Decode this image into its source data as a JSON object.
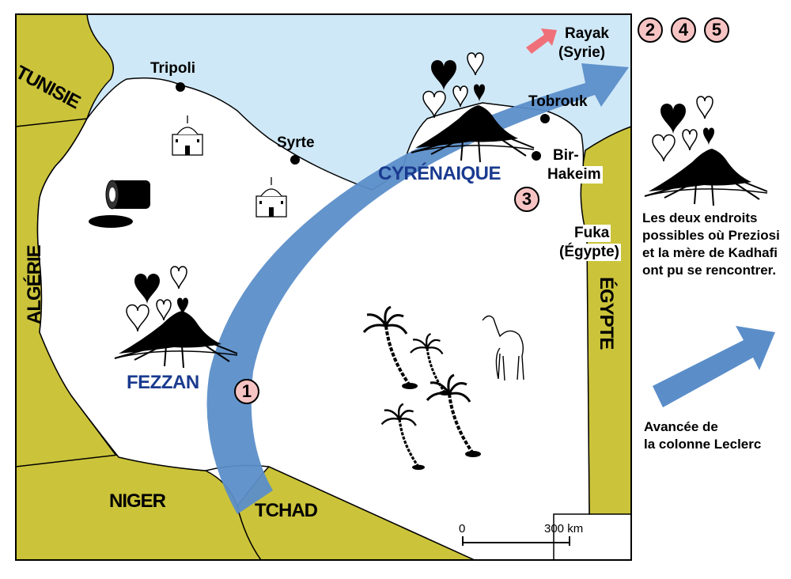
{
  "colors": {
    "sea": "#cfe8f7",
    "land_libya": "#ffffff",
    "neighbors": "#cbc33a",
    "arrow": "#5b8ec9",
    "badge_fill": "#f7c4c4",
    "region_text": "#1a3a8f",
    "small_arrow": "#f0707a"
  },
  "countries": {
    "tunisie": "TUNISIE",
    "algerie": "ALGÉRIE",
    "niger": "NIGER",
    "tchad": "TCHAD",
    "egypte": "ÉGYPTE"
  },
  "regions": {
    "fezzan": "FEZZAN",
    "cyrenaique": "CYRÉNAIQUE"
  },
  "cities": {
    "tripoli": "Tripoli",
    "syrte": "Syrte",
    "tobrouk": "Tobrouk",
    "bir_hakeim_1": "Bir-",
    "bir_hakeim_2": "Hakeim",
    "fuka_1": "Fuka",
    "fuka_2": "(Égypte)",
    "rayak_1": "Rayak",
    "rayak_2": "(Syrie)"
  },
  "badges": {
    "b1": "1",
    "b2": "2",
    "b3": "3",
    "b4": "4",
    "b5": "5"
  },
  "legend": {
    "meeting_text": "Les deux endroits possibles où Preziosi et la mère de Kadhafi ont pu se rencontrer.",
    "arrow_text_1": "Avancée de",
    "arrow_text_2": "la colonne Leclerc"
  },
  "scale": {
    "start": "0",
    "end": "300 km"
  },
  "icons": [
    "tent-hearts-icon",
    "mosque-icon",
    "oil-barrel-icon",
    "palm-tree-icon",
    "camel-icon",
    "city-dot-icon"
  ]
}
